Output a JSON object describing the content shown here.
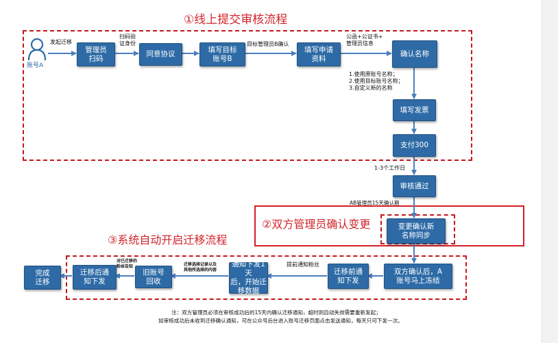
{
  "titles": {
    "t1": "①线上提交审核流程",
    "t2": "②双方管理员确认变更",
    "t3": "③系统自动开启迁移流程"
  },
  "nodes": {
    "start_user": "账号A",
    "scan": "管理员\n扫码",
    "agree": "同意协议",
    "target": "填写目标\n账号B",
    "apply": "填写申请\n资料",
    "confirm_name": "确认名称",
    "invoice": "填写发票",
    "pay": "支付300",
    "review_pass": "审核通过",
    "name_sync": "变更确认新\n名称同步",
    "freeze": "双方确认后，A\n账号马上冻结",
    "pre_notify": "迁移前通\n知下发",
    "start_migrate": "通知下发1天\n后，开始迁\n移数据",
    "recycle": "旧账号\n回收",
    "post_notify": "迁移后通\n知下发",
    "done": "完成\n迁移"
  },
  "edge_labels": {
    "initiate": "发起迁移",
    "scan_verify": "扫码验\n证身份",
    "admin_b_confirm": "目标管理员B确认",
    "docs": "公函+公证书+\n管理员信息",
    "name_options": "1.使用原账号名称；\n2.使用目标账号名称；\n3.自定义新的名称",
    "workdays": "1-3个工作日",
    "ab_confirm": "AB管理员15天确认期",
    "notify_fans": "提前通知粉丝",
    "migrate_scope": "迁移选择记录以及\n其他所选择的内容",
    "notify_migrated": "对已迁移的\n粉丝告知"
  },
  "footnote": {
    "line1": "注：双方管理员必须在审核成功后的15天内确认迁移通知，超时则自动失效需要重新发起；",
    "line2": "如审核成功后未收到迁移确认通知，可在公众号后台进入账号迁移页面点击发送通知，每天只可下发一次。"
  },
  "colors": {
    "node_fill": "#2e6ba6",
    "title_red": "#d0232a",
    "arrow_blue": "#4a7fbf"
  }
}
